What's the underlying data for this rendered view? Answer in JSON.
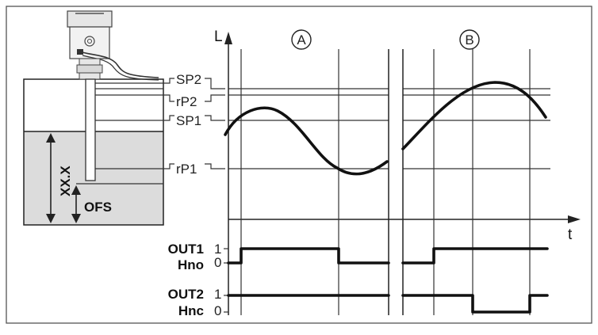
{
  "diagram": {
    "axes": {
      "y_label": "L",
      "x_label": "t"
    },
    "panels": [
      {
        "id": "A",
        "label": "A"
      },
      {
        "id": "B",
        "label": "B"
      }
    ],
    "levels": [
      {
        "id": "sp2",
        "label": "SP2"
      },
      {
        "id": "rp2",
        "label": "rP2"
      },
      {
        "id": "sp1",
        "label": "SP1"
      },
      {
        "id": "rp1",
        "label": "rP1"
      }
    ],
    "sensor": {
      "range_label": "XX.X",
      "offset_label": "OFS"
    },
    "outputs": [
      {
        "id": "out1",
        "name": "OUT1",
        "mode": "Hno",
        "high": "1",
        "low": "0"
      },
      {
        "id": "out2",
        "name": "OUT2",
        "mode": "Hnc",
        "high": "1",
        "low": "0"
      }
    ],
    "colors": {
      "liquid": "#dcdcdc",
      "stroke": "#222222",
      "frame": "#555555"
    }
  }
}
